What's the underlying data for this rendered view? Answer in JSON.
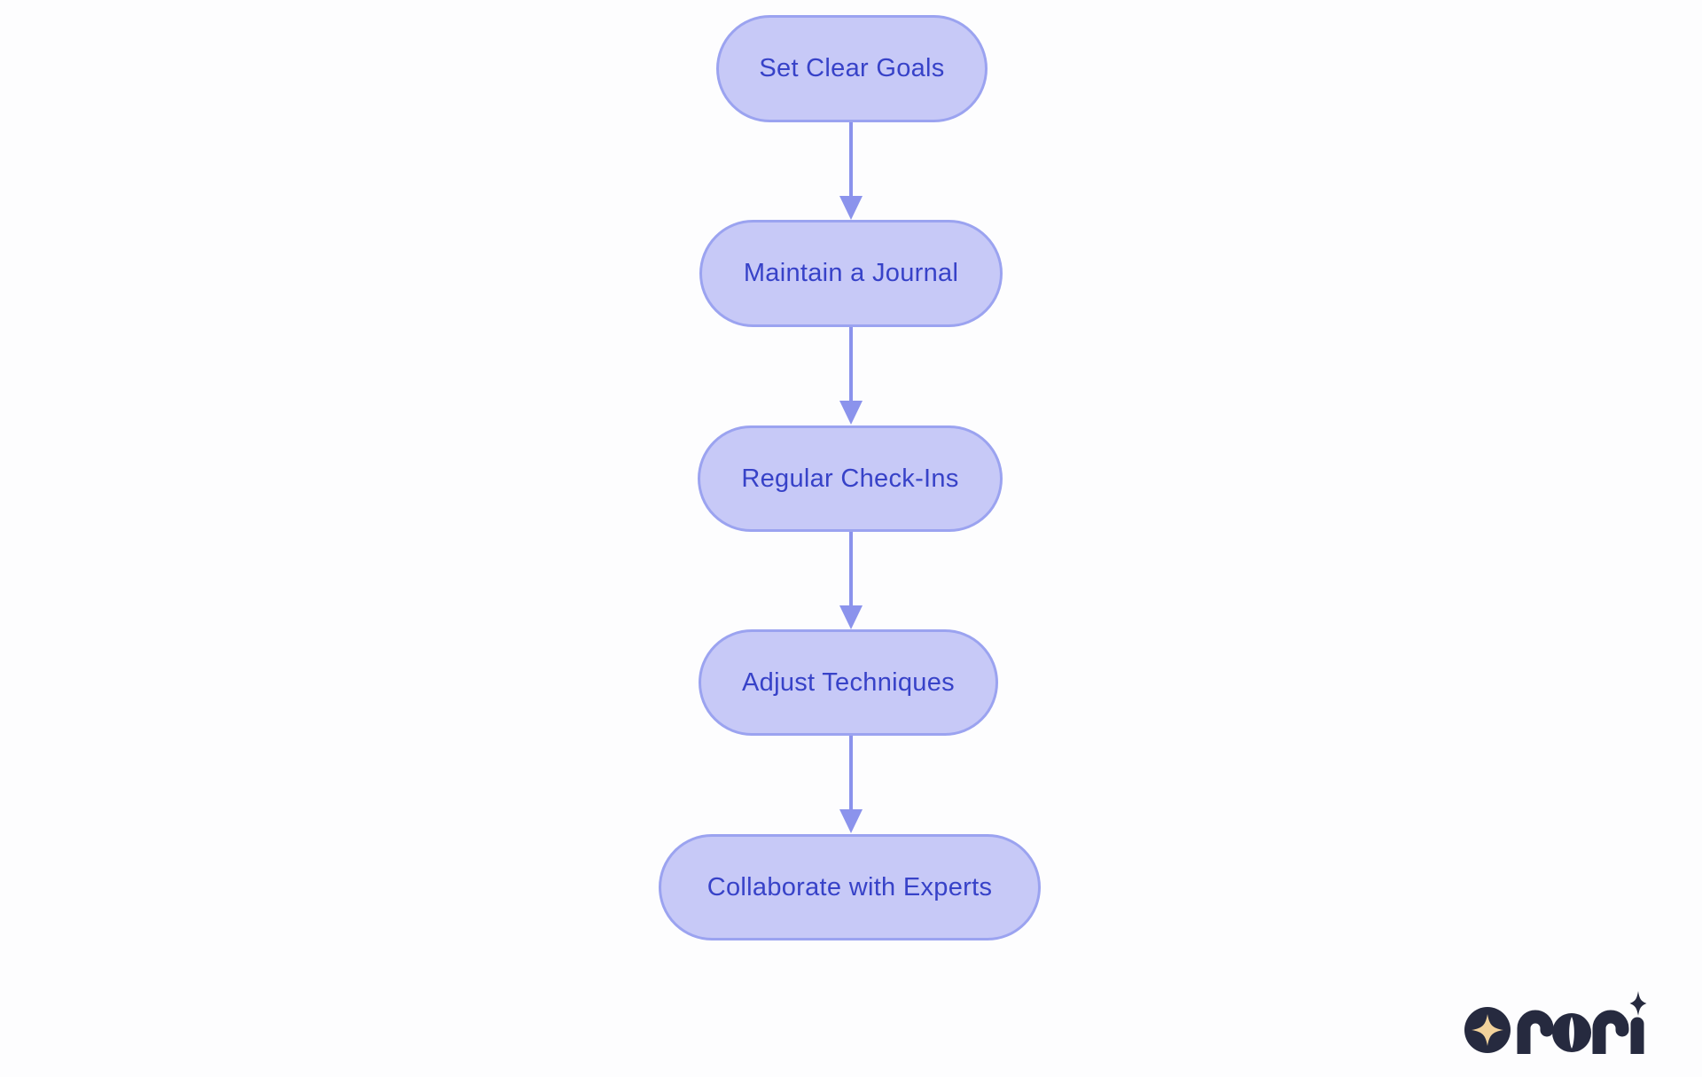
{
  "page": {
    "background_color": "#fdfdfe"
  },
  "flowchart": {
    "type": "vertical-process-flow",
    "node_fill_color": "#c7c9f7",
    "node_border_color": "#9ba3f0",
    "node_text_color": "#3742c8",
    "arrow_color": "#8b93ec",
    "nodes": [
      {
        "label": "Set Clear Goals"
      },
      {
        "label": "Maintain a Journal"
      },
      {
        "label": "Regular Check-Ins"
      },
      {
        "label": "Adjust Techniques"
      },
      {
        "label": "Collaborate with Experts"
      }
    ],
    "edges": [
      {
        "from": "Set Clear Goals",
        "to": "Maintain a Journal"
      },
      {
        "from": "Maintain a Journal",
        "to": "Regular Check-Ins"
      },
      {
        "from": "Regular Check-Ins",
        "to": "Adjust Techniques"
      },
      {
        "from": "Adjust Techniques",
        "to": "Collaborate with Experts"
      }
    ]
  },
  "logo": {
    "wordmark": "rori",
    "navy_color": "#262a3f",
    "gold_color": "#f2d29b"
  }
}
